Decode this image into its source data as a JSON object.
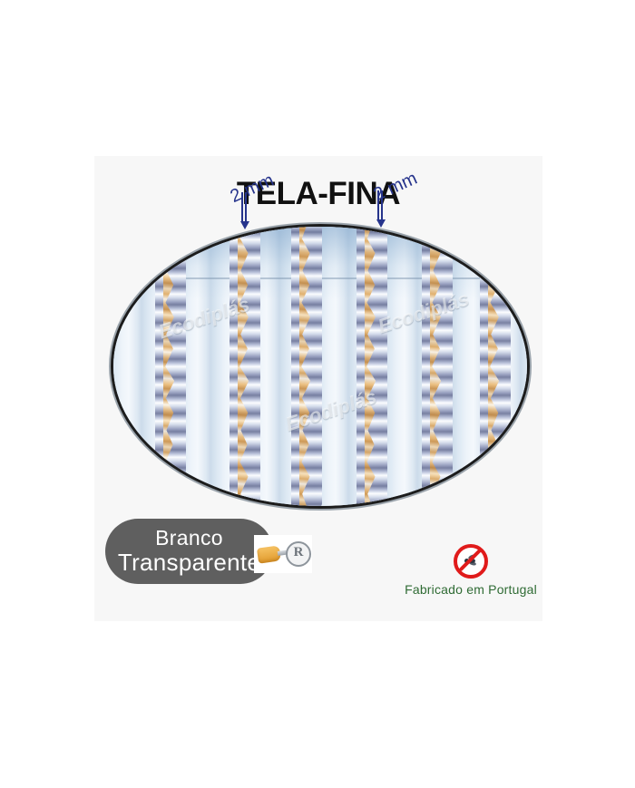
{
  "page": {
    "background_color": "#ffffff",
    "panel_color": "#f7f7f7"
  },
  "product": {
    "title": "TELA-FINA",
    "title_color": "#111111",
    "watermarks": [
      {
        "text": "Ecodiplás"
      },
      {
        "text": "Ecodiplás"
      },
      {
        "text": "Ecodiplás"
      }
    ]
  },
  "annotations": {
    "color": "#26348c",
    "items": [
      {
        "label": "2 mm"
      },
      {
        "label": "2 mm"
      }
    ]
  },
  "color_badge": {
    "line1": "Branco",
    "line2": "Transparente",
    "background_color": "#5f5f5f",
    "text_color": "#ffffff"
  },
  "clip_mark": {
    "registered_symbol": "R",
    "clip_color": "#e09a2c"
  },
  "origin": {
    "caption": "Fabricado em Portugal",
    "caption_color": "#2f6b34",
    "icon": "no-mosquito-icon",
    "icon_color": "#e01b1b"
  }
}
